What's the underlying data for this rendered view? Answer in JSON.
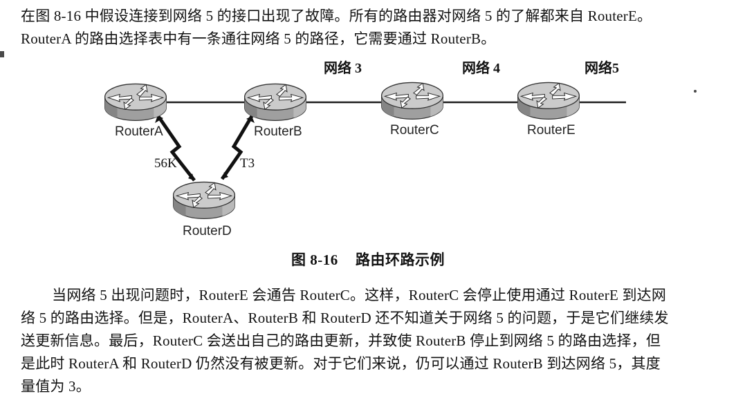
{
  "intro_paragraph": {
    "lines": [
      "在图 8-16 中假设连接到网络 5 的接口出现了故障。所有的路由器对网络 5 的了解都来自 RouterE。",
      "RouterA 的路由选择表中有一条通往网络 5 的路径，它需要通过 RouterB。"
    ]
  },
  "diagram": {
    "network_labels": [
      {
        "text": "网络 3"
      },
      {
        "text": "网络 4"
      },
      {
        "text": "网络5"
      }
    ],
    "routers": [
      {
        "name": "RouterA"
      },
      {
        "name": "RouterB"
      },
      {
        "name": "RouterC"
      },
      {
        "name": "RouterE"
      },
      {
        "name": "RouterD"
      }
    ],
    "link_labels": [
      {
        "text": "56K"
      },
      {
        "text": "T3"
      }
    ]
  },
  "caption": {
    "figure_label": "图 8-16",
    "figure_title": "路由环路示例"
  },
  "body_paragraph": {
    "lines": [
      "当网络 5 出现问题时，RouterE 会通告 RouterC。这样，RouterC 会停止使用通过 RouterE 到达网",
      "络 5 的路由选择。但是，RouterA、RouterB 和 RouterD 还不知道关于网络 5 的问题，于是它们继续发",
      "送更新信息。最后，RouterC 会送出自己的路由更新，并致使 RouterB 停止到网络 5 的路由选择，但",
      "是此时 RouterA 和 RouterD 仍然没有被更新。对于它们来说，仍可以通过 RouterB 到达网络 5，其度",
      "量值为 3。"
    ]
  }
}
